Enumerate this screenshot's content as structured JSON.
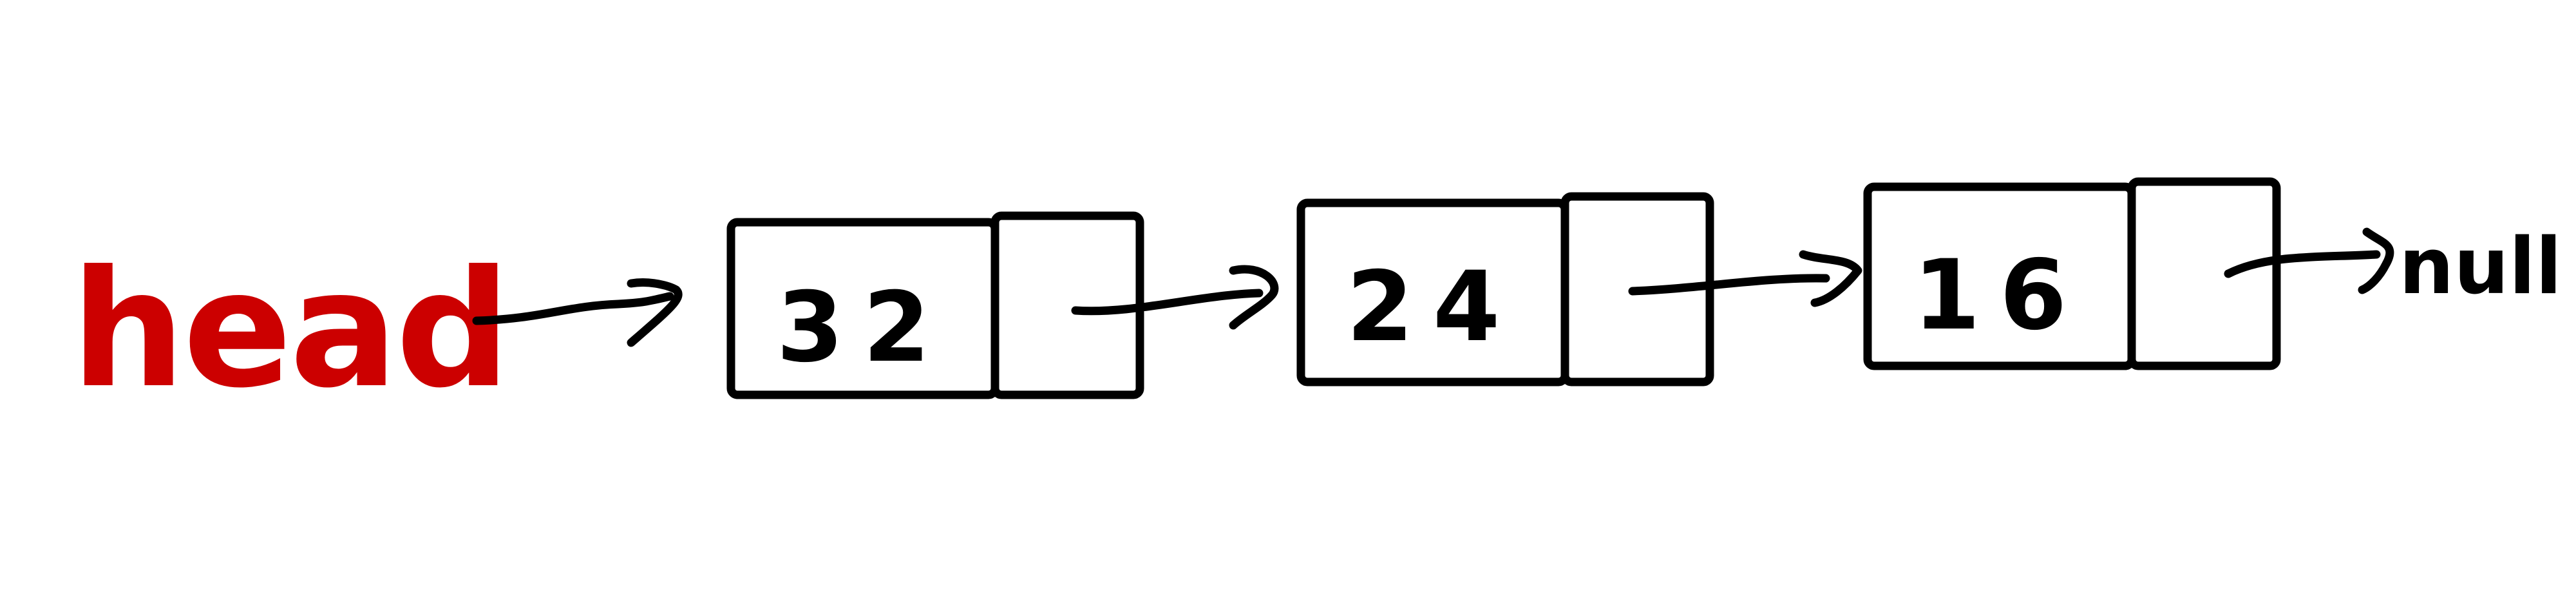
{
  "head_label": "head",
  "nodes": [
    {
      "value": "32"
    },
    {
      "value": "24"
    },
    {
      "value": "16"
    }
  ],
  "null_label": "null",
  "colors": {
    "ink": "#000000",
    "head": "#cc0000",
    "background": "#ffffff"
  }
}
